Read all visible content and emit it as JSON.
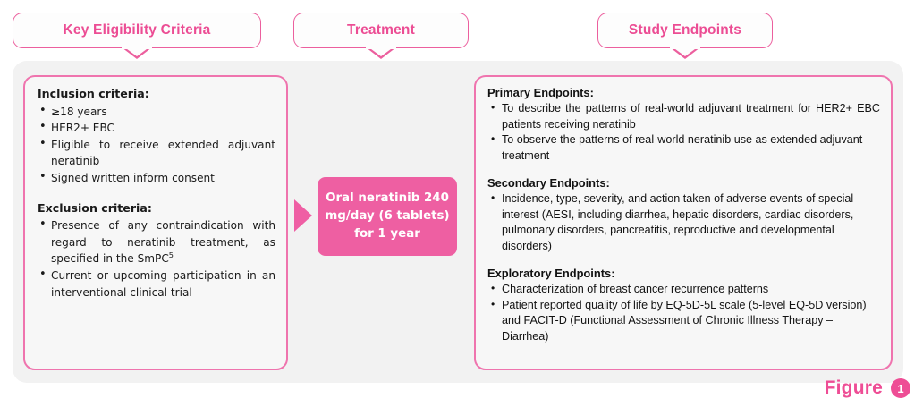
{
  "theme": {
    "accent_pink": "#ec4d94",
    "border_pink": "#ef74ae",
    "fill_pink": "#ee5fa2",
    "panel_bg": "#f2f2f2",
    "box_bg": "#f7f7f7"
  },
  "tabs": [
    {
      "id": "eligibility",
      "label": "Key Eligibility Criteria"
    },
    {
      "id": "treatment",
      "label": "Treatment"
    },
    {
      "id": "endpoints",
      "label": "Study Endpoints"
    }
  ],
  "eligibility": {
    "inclusion_heading": "Inclusion criteria:",
    "inclusion_items": [
      "≥18 years",
      "HER2+ EBC",
      "Eligible to receive extended adjuvant neratinib",
      "Signed written inform consent"
    ],
    "exclusion_heading": "Exclusion criteria:",
    "exclusion_item_1_prefix": "Presence of any contraindication with regard to neratinib treatment, as specified in the SmPC",
    "exclusion_item_1_superscript": "5",
    "exclusion_item_2": "Current or upcoming participation in an interventional clinical trial"
  },
  "treatment": {
    "line_1": "Oral neratinib 240",
    "line_2": "mg/day (6 tablets)",
    "line_3": "for 1 year",
    "arrow_icon": "arrow-right-icon"
  },
  "endpoints": {
    "primary_heading": "Primary Endpoints:",
    "primary_items": [
      "To describe the patterns of real-world adjuvant treatment for HER2+ EBC patients receiving neratinib",
      "To observe the patterns of real-world neratinib use as extended adjuvant treatment"
    ],
    "secondary_heading": "Secondary Endpoints:",
    "secondary_items": [
      "Incidence, type, severity, and action taken of adverse events of special interest (AESI, including diarrhea, hepatic disorders, cardiac disorders, pulmonary disorders, pancreatitis, reproductive and developmental disorders)"
    ],
    "exploratory_heading": "Exploratory Endpoints:",
    "exploratory_items": [
      "Characterization of breast cancer recurrence patterns",
      "Patient reported quality of life by EQ-5D-5L scale (5-level EQ-5D version) and FACIT-D (Functional Assessment of Chronic Illness Therapy – Diarrhea)"
    ]
  },
  "figure": {
    "word": "Figure",
    "number": "1"
  }
}
